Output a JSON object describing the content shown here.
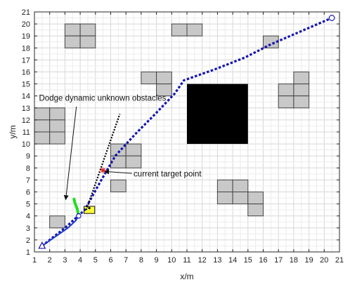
{
  "chart_data": {
    "type": "scatter",
    "title": "",
    "xlabel": "x/m",
    "ylabel": "y/m",
    "xlim": [
      1,
      21
    ],
    "ylim": [
      1,
      21
    ],
    "xticks": [
      "1",
      "2",
      "3",
      "4",
      "5",
      "6",
      "7",
      "8",
      "9",
      "10",
      "11",
      "12",
      "13",
      "14",
      "15",
      "16",
      "17",
      "18",
      "19",
      "20",
      "21"
    ],
    "yticks": [
      "1",
      "2",
      "3",
      "4",
      "5",
      "6",
      "7",
      "8",
      "9",
      "10",
      "11",
      "12",
      "13",
      "14",
      "15",
      "16",
      "17",
      "18",
      "19",
      "20",
      "21"
    ],
    "grid": true,
    "colors": {
      "planned_path": "#1515b0",
      "executed_path": "#1a3cc8",
      "dodge_segment": "#22dd22",
      "dynamic_obstacle": "#ffff33",
      "static_obstacle": "#c8c8c8",
      "unknown_obstacle": "#000000",
      "target_marker": "#e02020"
    },
    "obstacle_cells": [
      [
        3,
        19
      ],
      [
        4,
        19
      ],
      [
        3,
        18
      ],
      [
        4,
        18
      ],
      [
        10,
        19
      ],
      [
        11,
        19
      ],
      [
        16,
        18
      ],
      [
        8,
        15
      ],
      [
        9,
        15
      ],
      [
        9,
        14
      ],
      [
        18,
        15
      ],
      [
        17,
        14
      ],
      [
        18,
        14
      ],
      [
        17,
        13
      ],
      [
        18,
        13
      ],
      [
        1,
        12
      ],
      [
        2,
        12
      ],
      [
        1,
        11
      ],
      [
        2,
        11
      ],
      [
        1,
        10
      ],
      [
        2,
        10
      ],
      [
        6,
        9
      ],
      [
        7,
        9
      ],
      [
        6,
        8
      ],
      [
        7,
        8
      ],
      [
        6,
        6
      ],
      [
        13,
        6
      ],
      [
        14,
        6
      ],
      [
        13,
        5
      ],
      [
        14,
        5
      ],
      [
        15,
        5
      ],
      [
        15,
        4
      ],
      [
        2,
        3
      ]
    ],
    "unknown_obstacle_region": {
      "x": [
        11,
        15
      ],
      "y": [
        10,
        15
      ]
    },
    "planned_path": {
      "x": [
        1.5,
        3.0,
        4.3,
        5.3,
        6.3,
        7.6,
        9.0,
        10.2,
        10.8,
        12.8,
        14.8,
        16.5,
        18.5,
        20.5
      ],
      "y": [
        1.5,
        3.0,
        4.5,
        6.8,
        9.0,
        10.8,
        12.6,
        14.2,
        15.3,
        16.2,
        17.2,
        18.3,
        19.4,
        20.5
      ]
    },
    "executed_path": {
      "x": [
        1.5,
        2.4,
        3.2,
        3.7,
        3.9
      ],
      "y": [
        1.5,
        2.3,
        3.0,
        3.6,
        4.0
      ]
    },
    "dodge_segment": {
      "x": [
        3.9,
        3.8,
        3.65,
        3.6
      ],
      "y": [
        4.0,
        4.6,
        5.1,
        5.4
      ]
    },
    "dynamic_obstacle_trajectory": {
      "x": [
        4.4,
        6.6
      ],
      "y": [
        4.5,
        12.5
      ]
    },
    "dynamic_obstacle": {
      "x": [
        4.25,
        4.95
      ],
      "y": [
        4.2,
        4.8
      ]
    },
    "markers": {
      "start": {
        "x": 1.5,
        "y": 1.5,
        "shape": "triangle"
      },
      "goal": {
        "x": 20.5,
        "y": 20.5,
        "shape": "circle"
      },
      "robot": {
        "x": 3.9,
        "y": 4.0,
        "shape": "circle"
      },
      "target": {
        "x": 5.5,
        "y": 7.8,
        "shape": "star"
      }
    },
    "annotations": [
      {
        "text": "Dodge dynamic unknown obstacles",
        "x": 1.3,
        "y": 13.6,
        "arrow_to_x": 3.05,
        "arrow_to_y": 5.35
      },
      {
        "text": "current target point",
        "x": 7.5,
        "y": 7.3,
        "arrow_to_x": 5.6,
        "arrow_to_y": 7.7
      }
    ]
  }
}
